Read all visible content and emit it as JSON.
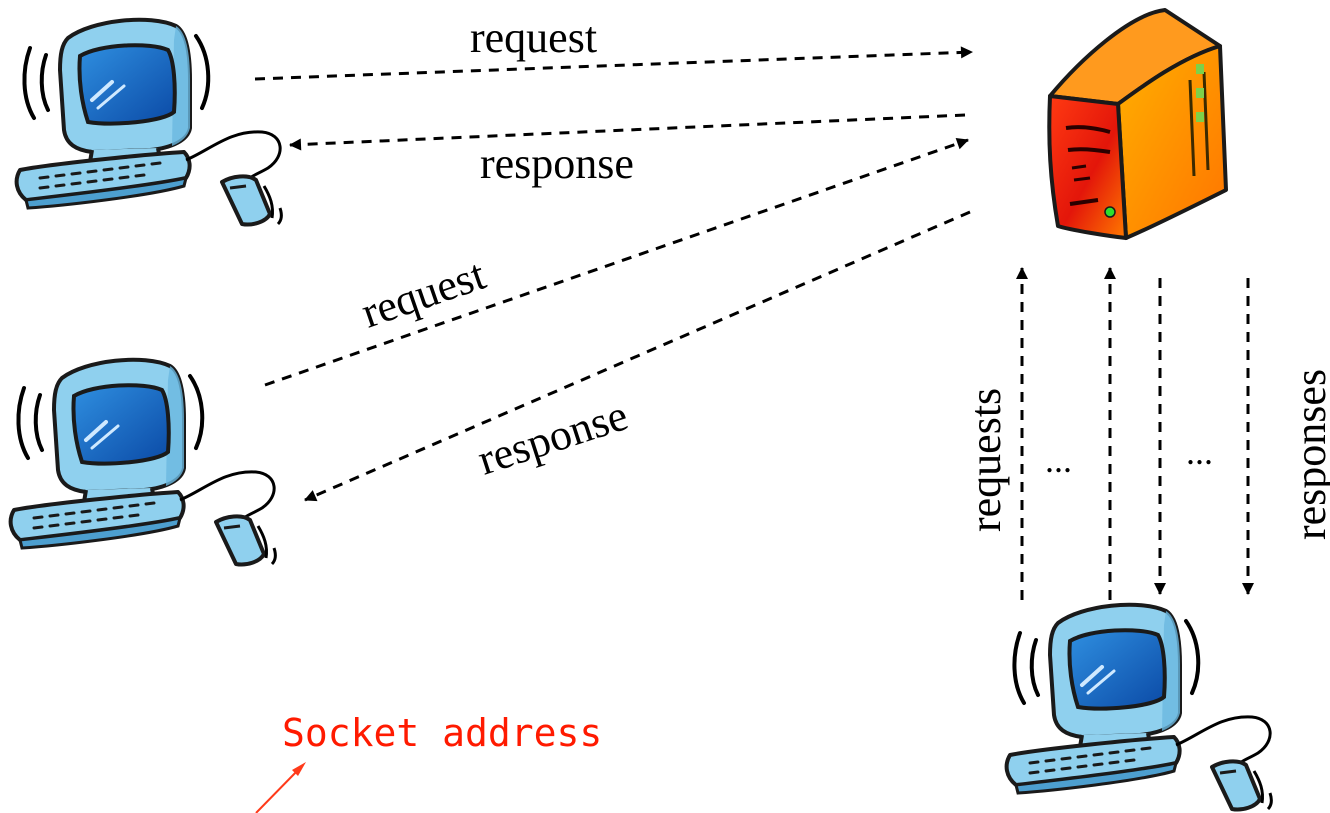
{
  "diagram": {
    "top_link": {
      "request_label": "request",
      "response_label": "response"
    },
    "middle_link": {
      "request_label": "request",
      "response_label": "response"
    },
    "vertical_link": {
      "requests_label": "requests",
      "responses_label": "responses",
      "requests_ellipsis": "...",
      "responses_ellipsis": "..."
    },
    "annotation": {
      "socket_label": "Socket address"
    }
  },
  "colors": {
    "annotation": "#ff1a00",
    "monitor_body": "#8fd0ee",
    "screen": "#1261c4",
    "server_red": "#e81f0c",
    "server_orange": "#ff8a00"
  },
  "icons": [
    "client-computer-icon",
    "server-tower-icon"
  ]
}
